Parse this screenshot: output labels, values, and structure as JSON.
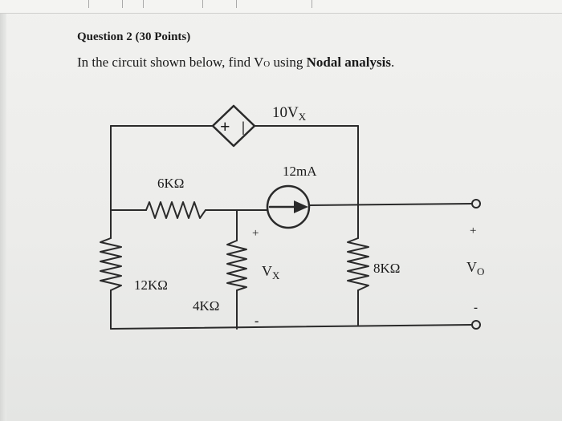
{
  "question": {
    "title": "Question 2 (30 Points)",
    "prompt_prefix": "In the circuit shown below, find V",
    "prompt_sub": "O",
    "prompt_middle": " using ",
    "prompt_bold": "Nodal analysis",
    "prompt_suffix": "."
  },
  "circuit": {
    "dependent_source": {
      "label": "10V",
      "label_sub": "X",
      "plus": "+",
      "minus": "−"
    },
    "current_source": {
      "label": "12mA"
    },
    "resistors": {
      "r6k": "6KΩ",
      "r12k": "12KΩ",
      "r4k": "4KΩ",
      "r8k": "8KΩ"
    },
    "vx": {
      "label": "V",
      "label_sub": "X",
      "plus": "+",
      "minus": "-"
    },
    "vo": {
      "label": "V",
      "label_sub": "O",
      "plus": "+",
      "minus": "-"
    }
  }
}
